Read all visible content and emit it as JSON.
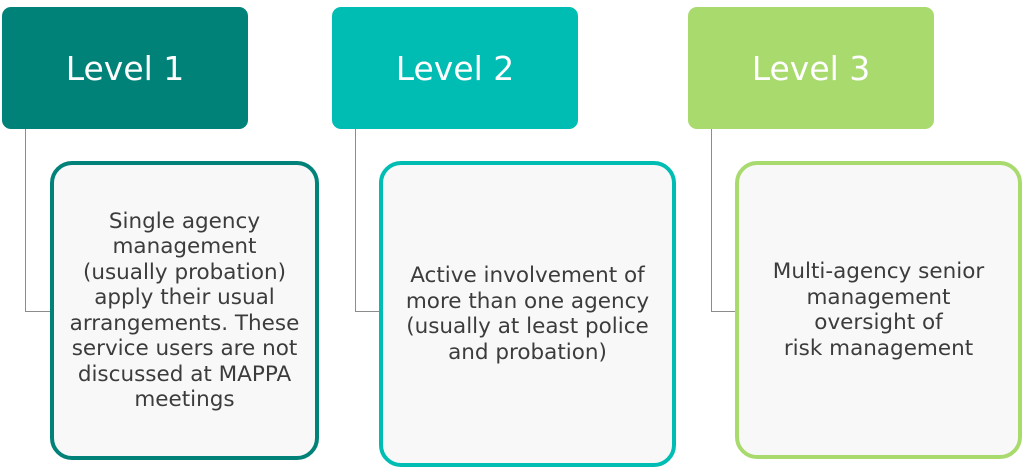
{
  "colors": {
    "level1": "#018279",
    "level2": "#00bdb4",
    "level3": "#a8da6e",
    "connector": "#8c8c8c",
    "box_fill": "#f8f8f8",
    "box_text": "#3c3c3c"
  },
  "levels": [
    {
      "title": "Level 1",
      "description": "Single agency\nmanagement\n(usually probation)\napply their usual\narrangements. These\nservice users are not\ndiscussed at MAPPA\nmeetings"
    },
    {
      "title": "Level 2",
      "description": "Active involvement of\nmore than one agency\n(usually at least police\nand probation)"
    },
    {
      "title": "Level 3",
      "description": "Multi-agency senior\nmanagement\noversight of\nrisk management"
    }
  ]
}
